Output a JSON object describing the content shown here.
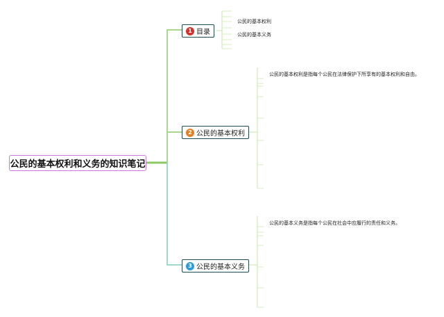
{
  "root": {
    "title": "公民的基本权利和义务的知识笔记"
  },
  "topics": [
    {
      "number": "1",
      "label": "目录",
      "badge_color": "#d6312b",
      "children": [
        "公民的基本权利",
        "公民的基本义务"
      ]
    },
    {
      "number": "2",
      "label": "公民的基本权利",
      "badge_color": "#e67e22",
      "children": [
        "公民的基本权利是指每个公民在法律保护下所享有的基本权利和自由。"
      ]
    },
    {
      "number": "3",
      "label": "公民的基本义务",
      "badge_color": "#2f9bd6",
      "children": [
        "公民的基本义务是指每个公民在社会中应履行的责任和义务。"
      ]
    }
  ],
  "colors": {
    "root_border": "#c879d8",
    "trunk_branch": "#9fd27e",
    "lower_branch": "#7fcdbb",
    "leaf_line": "#c9e6a8",
    "topic_border": "#1d4b52"
  }
}
